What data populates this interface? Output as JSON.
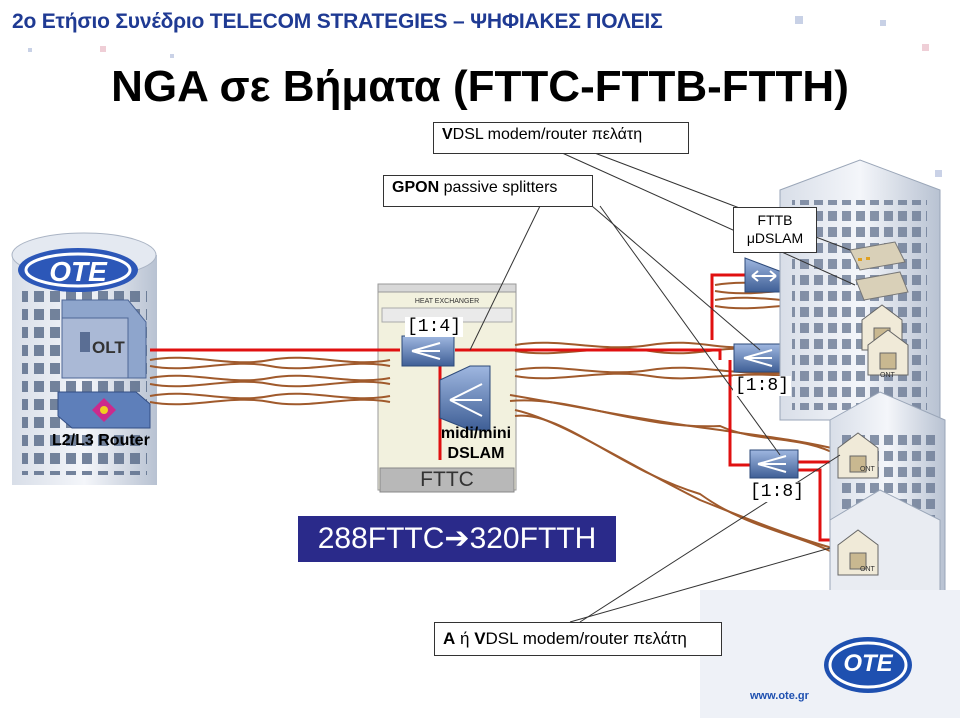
{
  "slide": {
    "header": "2ο Ετήσιο Συνέδριο TELECOM STRATEGIES – ΨΗΦΙΑΚΕΣ ΠΟΛΕΙΣ",
    "title": "NGA σε Βήματα (FTTC-FTTB-FTTH)"
  },
  "callouts": {
    "vdsl_modem_bold": "V",
    "vdsl_modem_rest": "DSL modem/router πελάτη",
    "gpon_bold": "GPON",
    "gpon_rest": " passive splitters",
    "fttb_line1": "FTTB",
    "fttb_line2": "μDSLAM",
    "bottom_bold1": "A",
    "bottom_mid": " ή ",
    "bottom_bold2": "V",
    "bottom_rest": "DSL modem/router πελάτη"
  },
  "central_office": {
    "logo": "OTE",
    "olt_label": "OLT",
    "router_label": "L2/L3 Router"
  },
  "cabinet": {
    "heat_exchanger": "HEAT EXCHANGER",
    "splitter_ratio": "[1:4]",
    "dslam_line1": "midi/mini",
    "dslam_line2": "DSLAM",
    "cabinet_label": "FTTC"
  },
  "splitters": {
    "right_top": "[1:8]",
    "right_bottom": "[1:8]"
  },
  "ont_label": "ONT",
  "banner": {
    "left": "288FTTC",
    "right": "320FTTH"
  },
  "footer": {
    "brand": "OTE",
    "url": "www.ote.gr"
  },
  "colors": {
    "header": "#1f3a93",
    "banner": "#2a2a8a",
    "fiber": "#e01010",
    "copper": "#a05a2c",
    "device": "#6a88b8"
  }
}
